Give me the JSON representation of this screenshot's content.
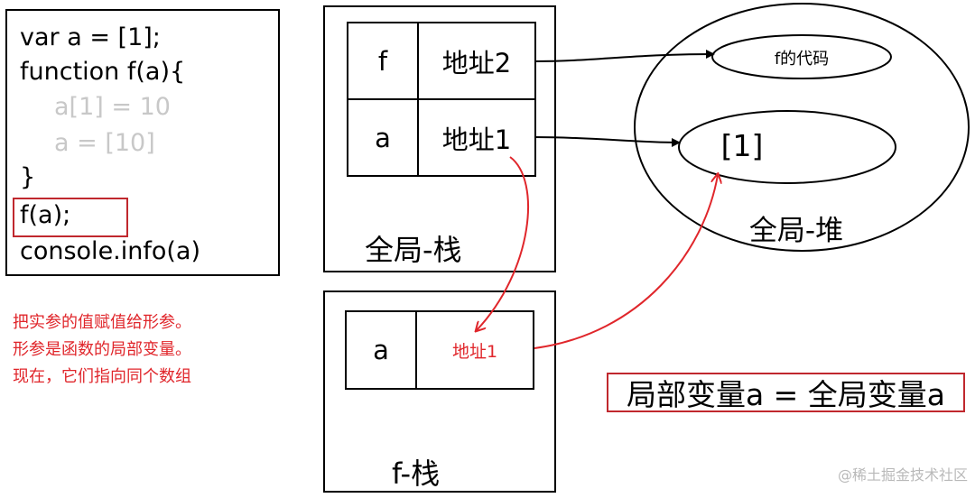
{
  "code": {
    "lines": [
      "var a = [1];",
      "function f(a){",
      "a[1] = 10",
      "a = [10]",
      "}",
      "f(a);",
      "console.info(a)"
    ]
  },
  "global_stack": {
    "label": "全局-栈",
    "rows": [
      {
        "name": "f",
        "value": "地址2"
      },
      {
        "name": "a",
        "value": "地址1"
      }
    ]
  },
  "global_heap": {
    "label": "全局-堆",
    "items": [
      "f的代码",
      "[1]"
    ]
  },
  "f_stack": {
    "label": "f-栈",
    "rows": [
      {
        "name": "a",
        "value": "地址1"
      }
    ]
  },
  "notes": [
    "把实参的值赋值给形参。",
    "形参是函数的局部变量。",
    "现在，它们指向同个数组"
  ],
  "equality": "局部变量a = 全局变量a",
  "watermark": "@稀土掘金技术社区",
  "colors": {
    "accent_red": "#e0262b",
    "box_red": "#c0282e",
    "muted_code": "#c8c8c8"
  }
}
